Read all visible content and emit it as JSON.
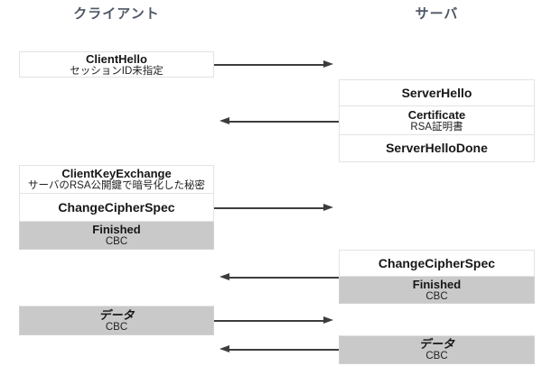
{
  "diagram": {
    "client_header": "クライアント",
    "server_header": "サーバ",
    "groups": [
      {
        "side": "client",
        "rows": [
          {
            "title": "ClientHello",
            "subtitle": "セッションID未指定"
          }
        ]
      },
      {
        "side": "server",
        "rows": [
          {
            "title": "ServerHello"
          },
          {
            "title": "Certificate",
            "subtitle": "RSA証明書"
          },
          {
            "title": "ServerHelloDone"
          }
        ]
      },
      {
        "side": "client",
        "rows": [
          {
            "title": "ClientKeyExchange",
            "subtitle": "サーバのRSA公開鍵で暗号化した秘密"
          },
          {
            "title": "ChangeCipherSpec"
          },
          {
            "title": "Finished",
            "subtitle": "CBC"
          }
        ]
      },
      {
        "side": "server",
        "rows": [
          {
            "title": "ChangeCipherSpec"
          },
          {
            "title": "Finished",
            "subtitle": "CBC"
          }
        ]
      },
      {
        "side": "client",
        "rows": [
          {
            "title": "データ",
            "subtitle": "CBC"
          }
        ]
      },
      {
        "side": "server",
        "rows": [
          {
            "title": "データ",
            "subtitle": "CBC"
          }
        ]
      }
    ],
    "arrows": [
      {
        "direction": "client-to-server"
      },
      {
        "direction": "server-to-client"
      },
      {
        "direction": "client-to-server"
      },
      {
        "direction": "server-to-client"
      },
      {
        "direction": "client-to-server"
      },
      {
        "direction": "server-to-client"
      }
    ],
    "colors": {
      "encrypted_fill": "#c9c9c9",
      "box_border": "#e3e3e3",
      "arrow": "#3d3d3d",
      "header_text": "#4f5866"
    }
  }
}
